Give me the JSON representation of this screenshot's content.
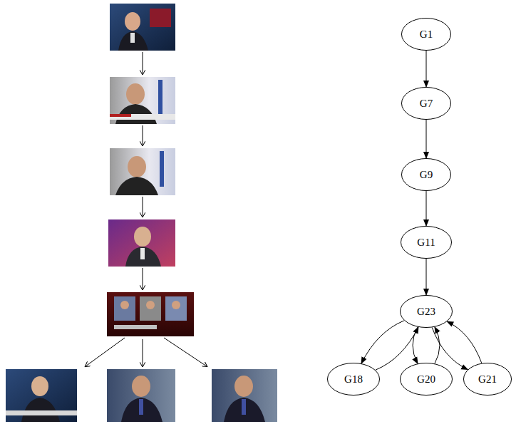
{
  "diagram": {
    "nodes": [
      {
        "text": [
          "G1"
        ]
      },
      {
        "text": [
          "G7"
        ]
      },
      {
        "text": [
          "G9"
        ]
      },
      {
        "text": [
          "G11"
        ]
      },
      {
        "text": [
          "G23"
        ]
      },
      {
        "text": [
          "G18"
        ]
      },
      {
        "text": [
          "G20"
        ]
      },
      {
        "text": [
          "G21"
        ]
      }
    ],
    "edges": [
      {
        "from": 0,
        "to": 1,
        "arrow": "to"
      },
      {
        "from": 1,
        "to": 2,
        "arrow": "to"
      },
      {
        "from": 2,
        "to": 3,
        "arrow": "to"
      },
      {
        "from": 3,
        "to": 4,
        "arrow": "to"
      },
      {
        "from": 4,
        "to": 5,
        "arrow": "to"
      },
      {
        "from": 5,
        "to": 4,
        "arrow": "to"
      },
      {
        "from": 4,
        "to": 6,
        "arrow": "to"
      },
      {
        "from": 6,
        "to": 4,
        "arrow": "to"
      },
      {
        "from": 4,
        "to": 7,
        "arrow": "to"
      },
      {
        "from": 7,
        "to": 4,
        "arrow": "to"
      }
    ]
  }
}
